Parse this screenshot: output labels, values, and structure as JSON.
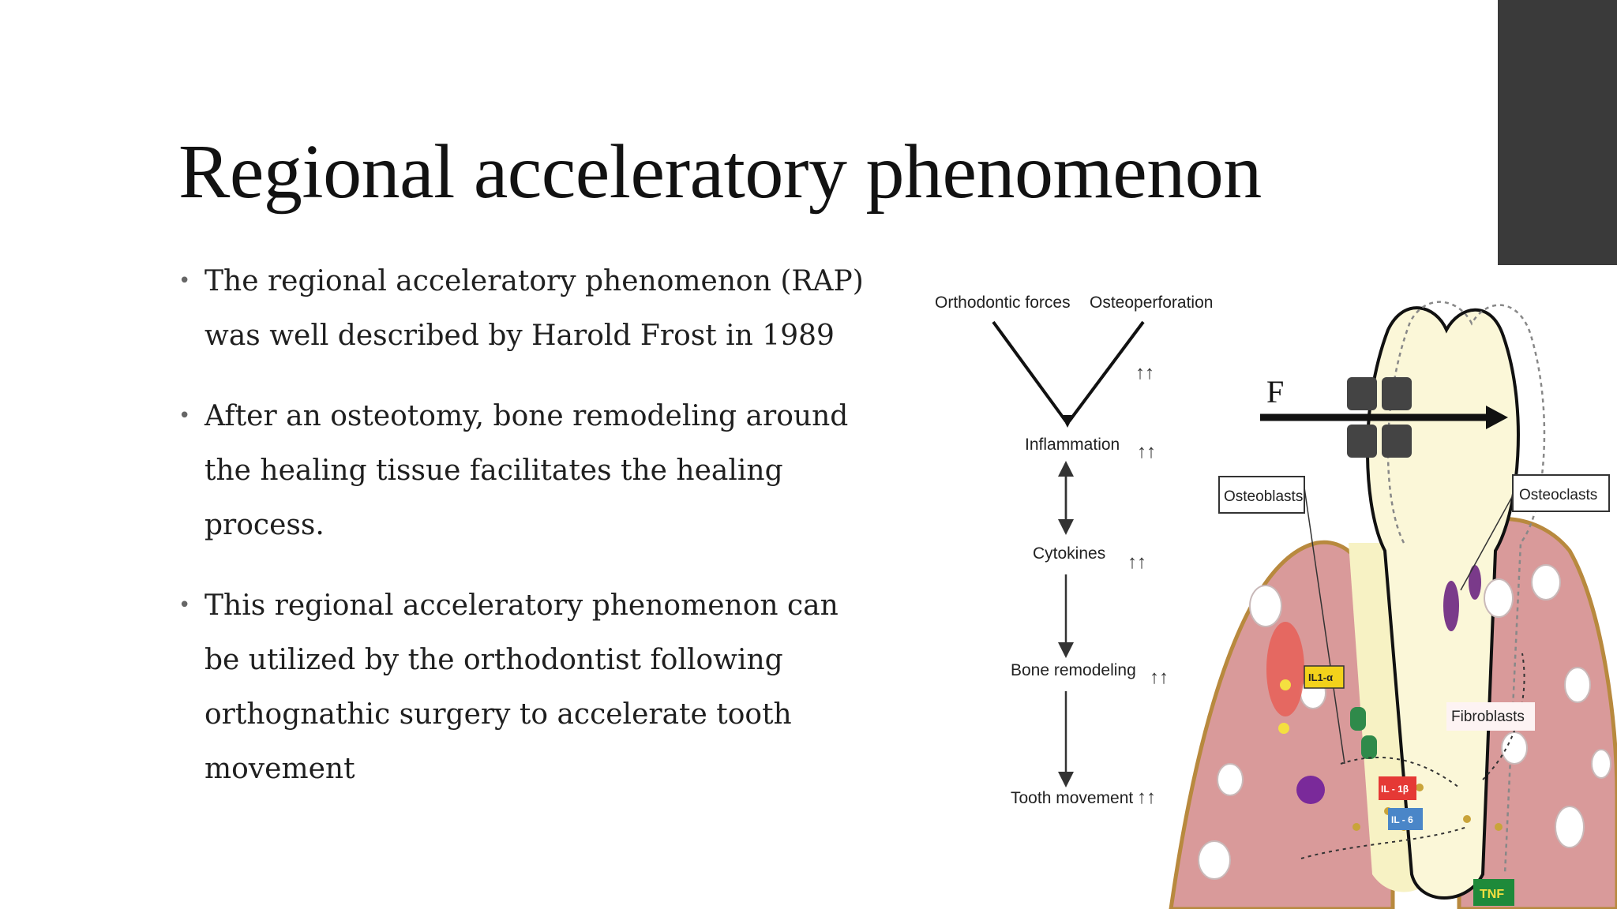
{
  "slide": {
    "title": "Regional acceleratory phenomenon",
    "bullets": [
      "The regional acceleratory phenomenon (RAP) was well described by Harold Frost in 1989",
      "After an osteotomy, bone remodeling around the healing tissue facilitates the healing process.",
      "This regional acceleratory phenomenon can be utilized by the orthodontist following orthognathic surgery to accelerate tooth movement"
    ]
  },
  "figure": {
    "flow": {
      "orthodontic_forces": "Orthodontic forces",
      "osteoperforation": "Osteoperforation",
      "inflammation": "Inflammation",
      "cytokines": "Cytokines",
      "bone_remodeling": "Bone remodeling",
      "tooth_movement": "Tooth movement",
      "increase_marker": "↑↑"
    },
    "tooth": {
      "force_label": "F",
      "osteoblasts": "Osteoblasts",
      "osteoclasts": "Osteoclasts",
      "fibroblasts": "Fibroblasts",
      "il1a": "IL1-α",
      "il1b": "IL - 1β",
      "il6": "IL - 6",
      "tnf": "TNF"
    }
  },
  "colors": {
    "accent_bar": "#3a3a3a",
    "bone": "#d99a9a",
    "bone_border": "#b8893e",
    "tooth": "#fbf7d8",
    "il1b_box": "#e53935",
    "il6_box": "#4a86c8",
    "tnf_box": "#1e8a3a",
    "il1a_box": "#f2d21b"
  }
}
